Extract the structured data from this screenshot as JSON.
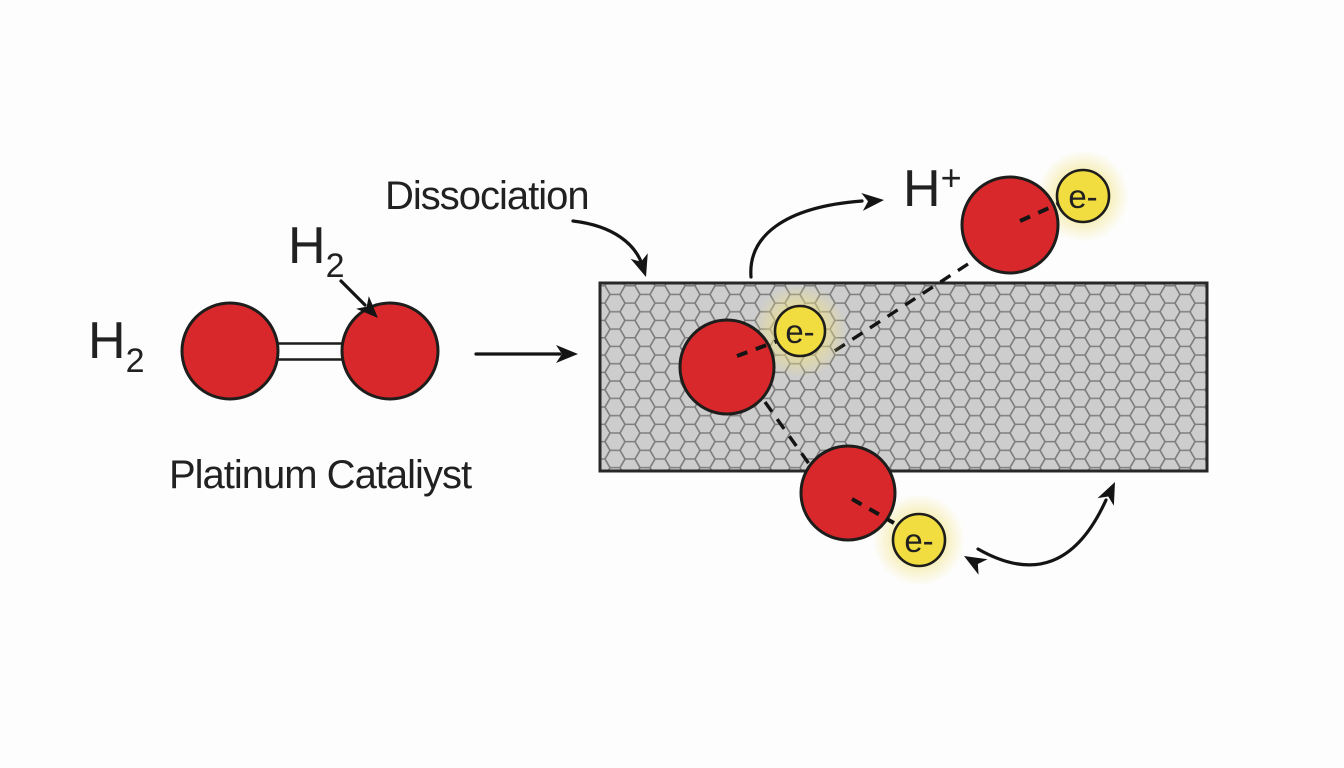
{
  "labels": {
    "h2_left_main": "H",
    "h2_left_sub": "2",
    "h2_top_main": "H",
    "h2_top_sub": "2",
    "dissociation": "Dissociation",
    "platinum_catalyst": "Platinum Cataliyst",
    "h_plus_main": "H",
    "h_plus_sup": "+",
    "electron_surface": "e-",
    "electron_free": "e-",
    "electron_bottom": "e-"
  },
  "colors": {
    "background": "#FDFDFD",
    "atom_red": "#D9282B",
    "atom_outline": "#1D1D1B",
    "electron_yellow": "#F2DD41",
    "electron_glow": "#F2E383",
    "catalyst_fill": "#CDCDCD",
    "catalyst_hex_stroke": "#7E7E7E",
    "catalyst_border": "#282828",
    "text": "#212121",
    "arrow": "#141414"
  }
}
